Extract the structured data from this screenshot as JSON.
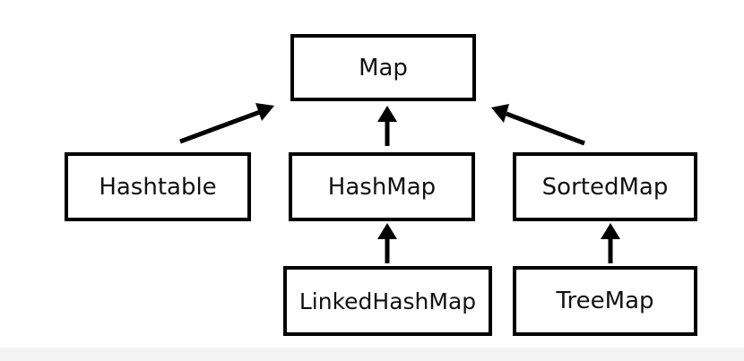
{
  "diagram": {
    "nodes": {
      "map": "Map",
      "hashtable": "Hashtable",
      "hashmap": "HashMap",
      "sortedmap": "SortedMap",
      "linkedhashmap": "LinkedHashMap",
      "treemap": "TreeMap"
    },
    "edges": [
      {
        "from": "hashtable",
        "to": "map"
      },
      {
        "from": "hashmap",
        "to": "map"
      },
      {
        "from": "sortedmap",
        "to": "map"
      },
      {
        "from": "linkedhashmap",
        "to": "hashmap"
      },
      {
        "from": "treemap",
        "to": "sortedmap"
      }
    ],
    "colors": {
      "stroke": "#000000",
      "background": "#ffffff"
    }
  }
}
